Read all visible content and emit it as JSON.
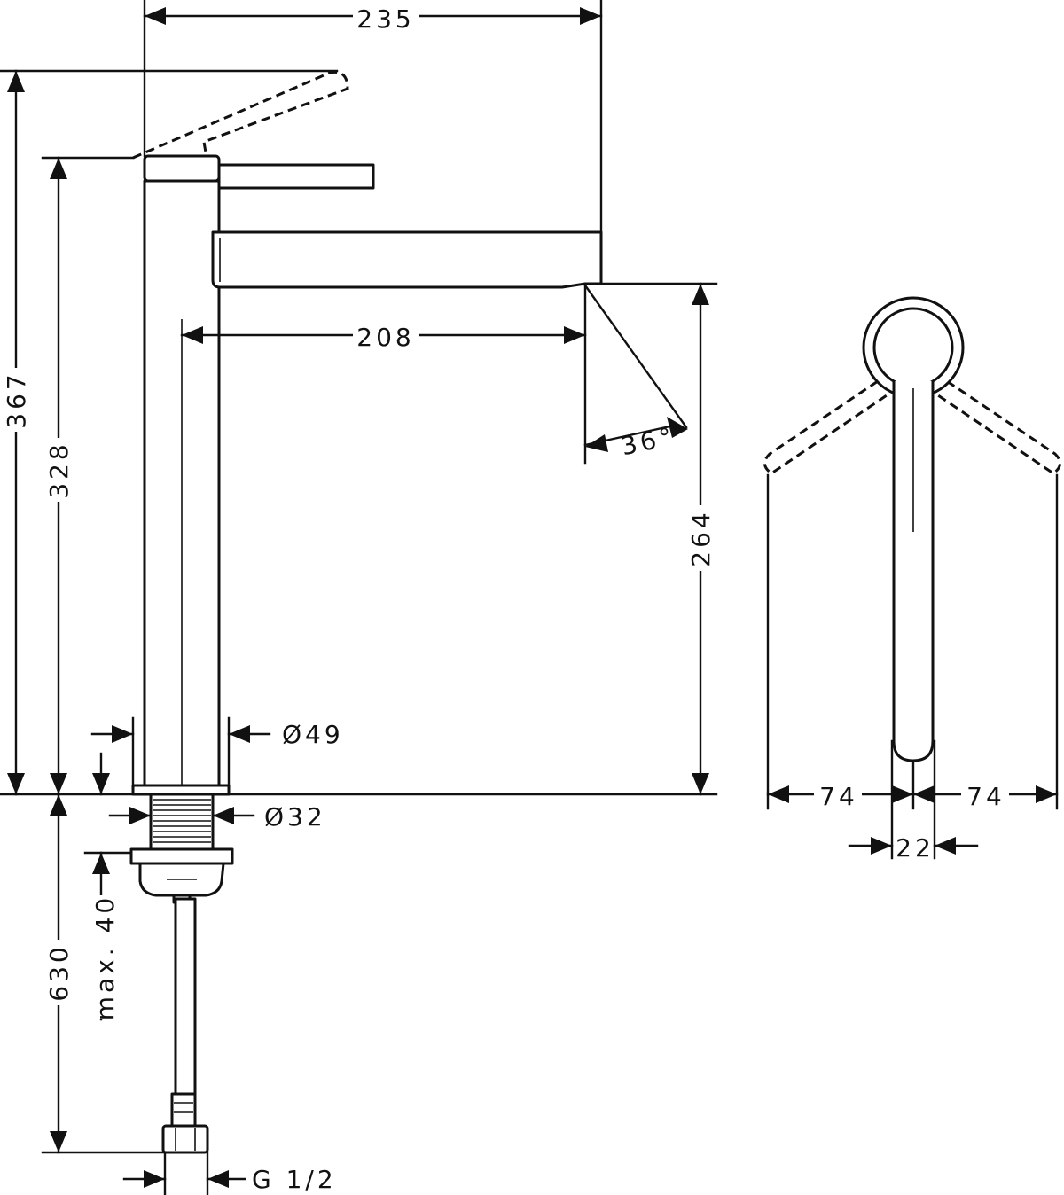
{
  "dimensions": {
    "width_top": "235",
    "height_total": "367",
    "height_body": "328",
    "spout_reach": "208",
    "spout_angle": "36°",
    "spout_height": "264",
    "body_diameter": "Ø49",
    "shank_diameter": "Ø32",
    "max_deck": "max. 40",
    "hose_length": "630",
    "connection": "G 1/2",
    "lever_left": "74",
    "lever_right": "74",
    "lever_width": "22"
  }
}
